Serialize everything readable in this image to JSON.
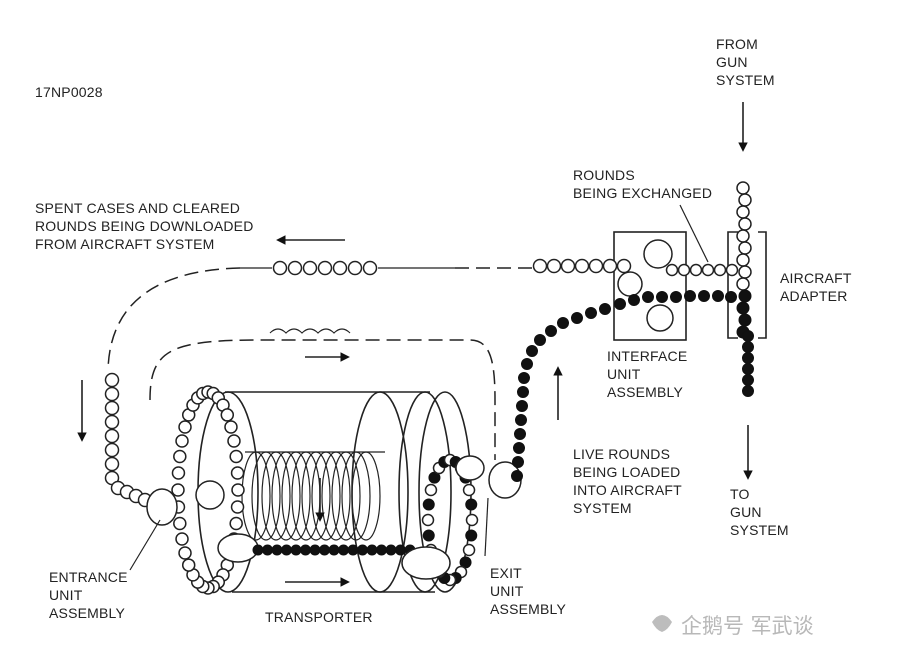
{
  "figure_id": "17NP0028",
  "labels": {
    "from_gun_system": [
      "FROM",
      "GUN",
      "SYSTEM"
    ],
    "rounds_exchanged": [
      "ROUNDS",
      "BEING EXCHANGED"
    ],
    "spent_cases": [
      "SPENT CASES AND CLEARED",
      "ROUNDS BEING DOWNLOADED",
      "FROM AIRCRAFT SYSTEM"
    ],
    "aircraft_adapter": [
      "AIRCRAFT",
      "ADAPTER"
    ],
    "interface_unit": [
      "INTERFACE",
      "UNIT",
      "ASSEMBLY"
    ],
    "live_rounds": [
      "LIVE ROUNDS",
      "BEING LOADED",
      "INTO AIRCRAFT",
      "SYSTEM"
    ],
    "to_gun_system": [
      "TO",
      "GUN",
      "SYSTEM"
    ],
    "entrance_unit": [
      "ENTRANCE",
      "UNIT",
      "ASSEMBLY"
    ],
    "transporter": [
      "TRANSPORTER"
    ],
    "exit_unit": [
      "EXIT",
      "UNIT",
      "ASSEMBLY"
    ]
  },
  "watermark": "企鹅号 军武谈"
}
